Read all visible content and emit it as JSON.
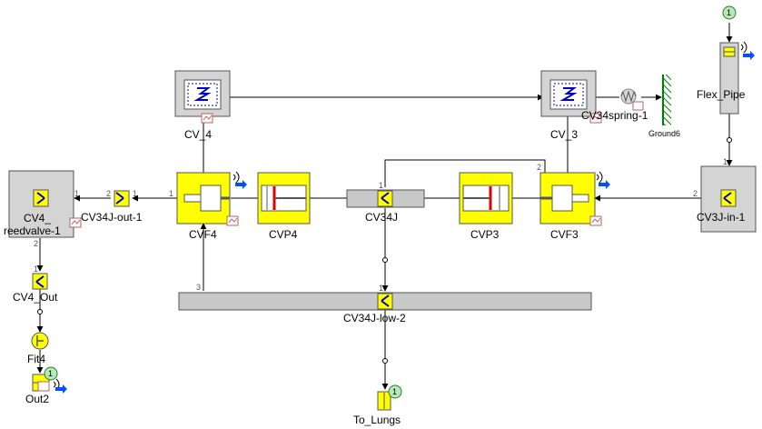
{
  "components": {
    "cv4": {
      "label": "CV_4"
    },
    "cv3": {
      "label": "CV_3"
    },
    "spring": {
      "label": "CV34spring-1"
    },
    "ground": {
      "label": "Ground6"
    },
    "flex_pipe": {
      "label": "Flex_Pipe"
    },
    "cv4_reedvalve": {
      "label_line1": "CV4_",
      "label_line2": "reedvalve-1"
    },
    "cv34j_out": {
      "label": "CV34J-out-1"
    },
    "cvf4": {
      "label": "CVF4"
    },
    "cvp4": {
      "label": "CVP4"
    },
    "cv34j": {
      "label": "CV34J"
    },
    "cvp3": {
      "label": "CVP3"
    },
    "cvf3": {
      "label": "CVF3"
    },
    "cv3j_in": {
      "label": "CV3J-in-1"
    },
    "cv4_out": {
      "label": "CV4_Out"
    },
    "fit4": {
      "label": "Fit4"
    },
    "out2": {
      "label": "Out2"
    },
    "cv34j_low": {
      "label": "CV34J-low-2"
    },
    "to_lungs": {
      "label": "To_Lungs"
    }
  },
  "ports": {
    "one": "1",
    "two": "2",
    "three": "3"
  },
  "badges": {
    "source_top": "1",
    "out2": "1",
    "to_lungs": "1"
  },
  "colors": {
    "yellow": "#ffff00",
    "gray": "#c8c8c8",
    "border": "#555555",
    "red": "#e00000",
    "blue": "#0000cc",
    "green_badge": "#b8e8b8",
    "ground_hatch": "#008000"
  }
}
